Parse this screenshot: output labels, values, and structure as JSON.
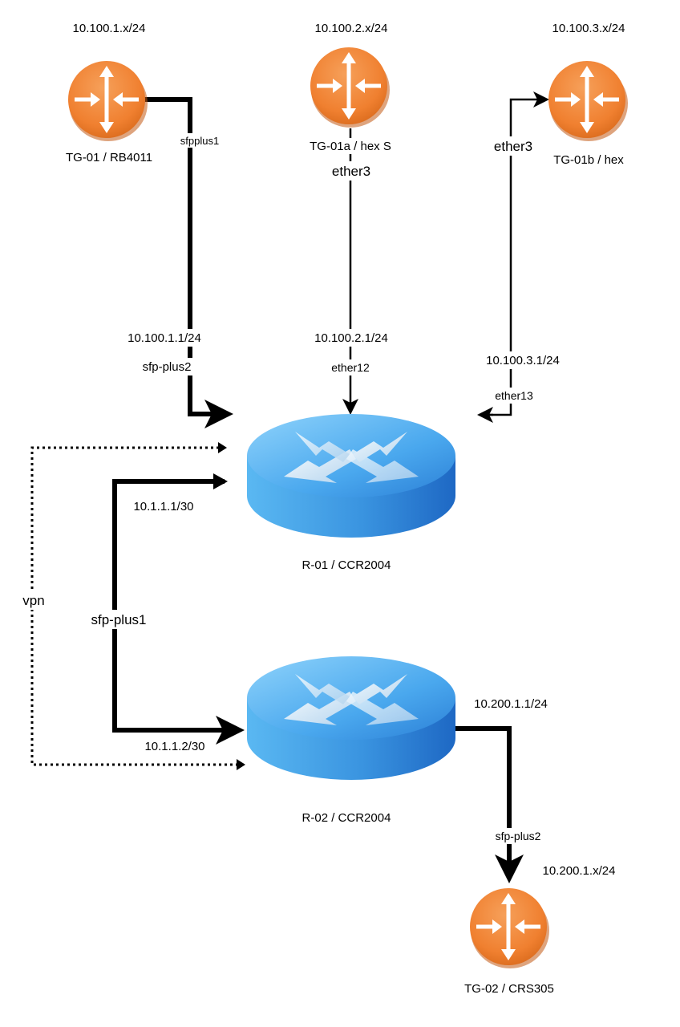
{
  "routers": {
    "tg01": {
      "name": "TG-01 / RB4011",
      "subnet": "10.100.1.x/24"
    },
    "tg01a": {
      "name": "TG-01a / hex S",
      "subnet": "10.100.2.x/24"
    },
    "tg01b": {
      "name": "TG-01b / hex",
      "subnet": "10.100.3.x/24"
    },
    "r01": {
      "name": "R-01 / CCR2004"
    },
    "r02": {
      "name": "R-02 / CCR2004"
    },
    "tg02": {
      "name": "TG-02 / CRS305",
      "subnet": "10.200.1.x/24"
    }
  },
  "links": {
    "tg01_r01": {
      "iface_top": "sfpplus1",
      "address": "10.100.1.1/24",
      "iface_bottom": "sfp-plus2"
    },
    "tg01a_r01": {
      "iface_top": "ether3",
      "address": "10.100.2.1/24",
      "iface_bottom": "ether12"
    },
    "tg01b_r01": {
      "iface_top": "ether3",
      "address": "10.100.3.1/24",
      "iface_bottom": "ether13"
    },
    "r01_r02": {
      "address_r01": "10.1.1.1/30",
      "iface": "sfp-plus1",
      "address_r02": "10.1.1.2/30"
    },
    "vpn": {
      "label": "vpn"
    },
    "r02_tg02": {
      "address": "10.200.1.1/24",
      "iface": "sfp-plus2"
    }
  },
  "colors": {
    "orange_router": "#f08030",
    "blue_router": "#3f9fe6",
    "line": "#000000"
  }
}
